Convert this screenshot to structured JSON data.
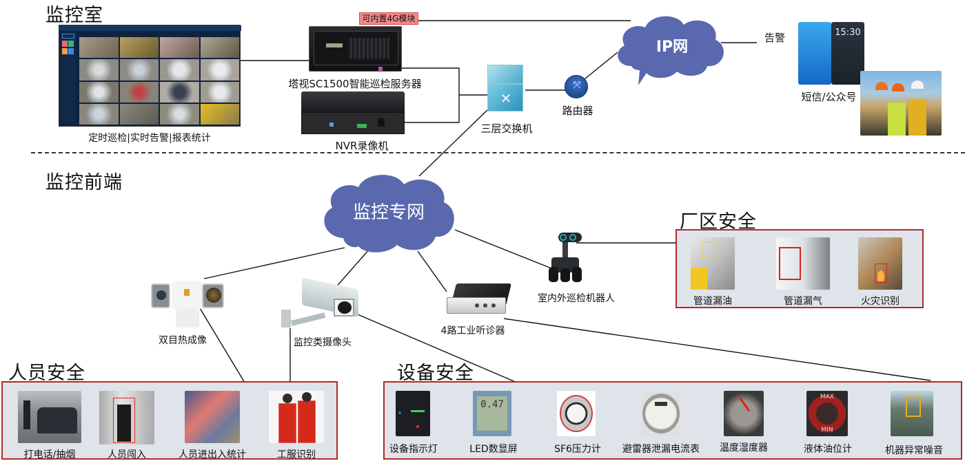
{
  "sections": {
    "control_room": "监控室",
    "front_end": "监控前端",
    "plant_safety": "厂区安全",
    "personnel_safety": "人员安全",
    "equipment_safety": "设备安全"
  },
  "control_room": {
    "monitor_caption": "定时巡检|实时告警|报表统计",
    "badge_4g": "可内置4G模块",
    "server_label": "塔视SC1500智能巡检服务器",
    "nvr_label": "NVR录像机",
    "switch_label": "三层交换机",
    "router_label": "路由器",
    "ip_cloud": "IP网",
    "alarm_label": "告警",
    "phone_time": "15:30",
    "sms_label": "短信/公众号"
  },
  "front_end": {
    "network_cloud": "监控专网",
    "devices": [
      {
        "id": "thermal",
        "label": "双目热成像"
      },
      {
        "id": "camera",
        "label": "监控类摄像头"
      },
      {
        "id": "audio",
        "label": "4路工业听诊器"
      },
      {
        "id": "robot",
        "label": "室内外巡检机器人"
      }
    ]
  },
  "plant_safety": {
    "items": [
      "管道漏油",
      "管道漏气",
      "火灾识别"
    ]
  },
  "personnel_safety": {
    "items": [
      "打电话/抽烟",
      "人员闯入",
      "人员进出入统计",
      "工服识别"
    ]
  },
  "equipment_safety": {
    "items": [
      "设备指示灯",
      "LED数显屏",
      "SF6压力计",
      "避雷器泄漏电流表",
      "温度湿度器",
      "液体油位计",
      "机器异常噪音"
    ],
    "led_reading": "0.47",
    "oil_max": "MAX",
    "oil_min": "MIN"
  },
  "colors": {
    "cloud": "#5a68ae",
    "panel_border": "#b22a2a",
    "panel_bg": "#dfe3ea",
    "badge": "#f08a8a"
  }
}
